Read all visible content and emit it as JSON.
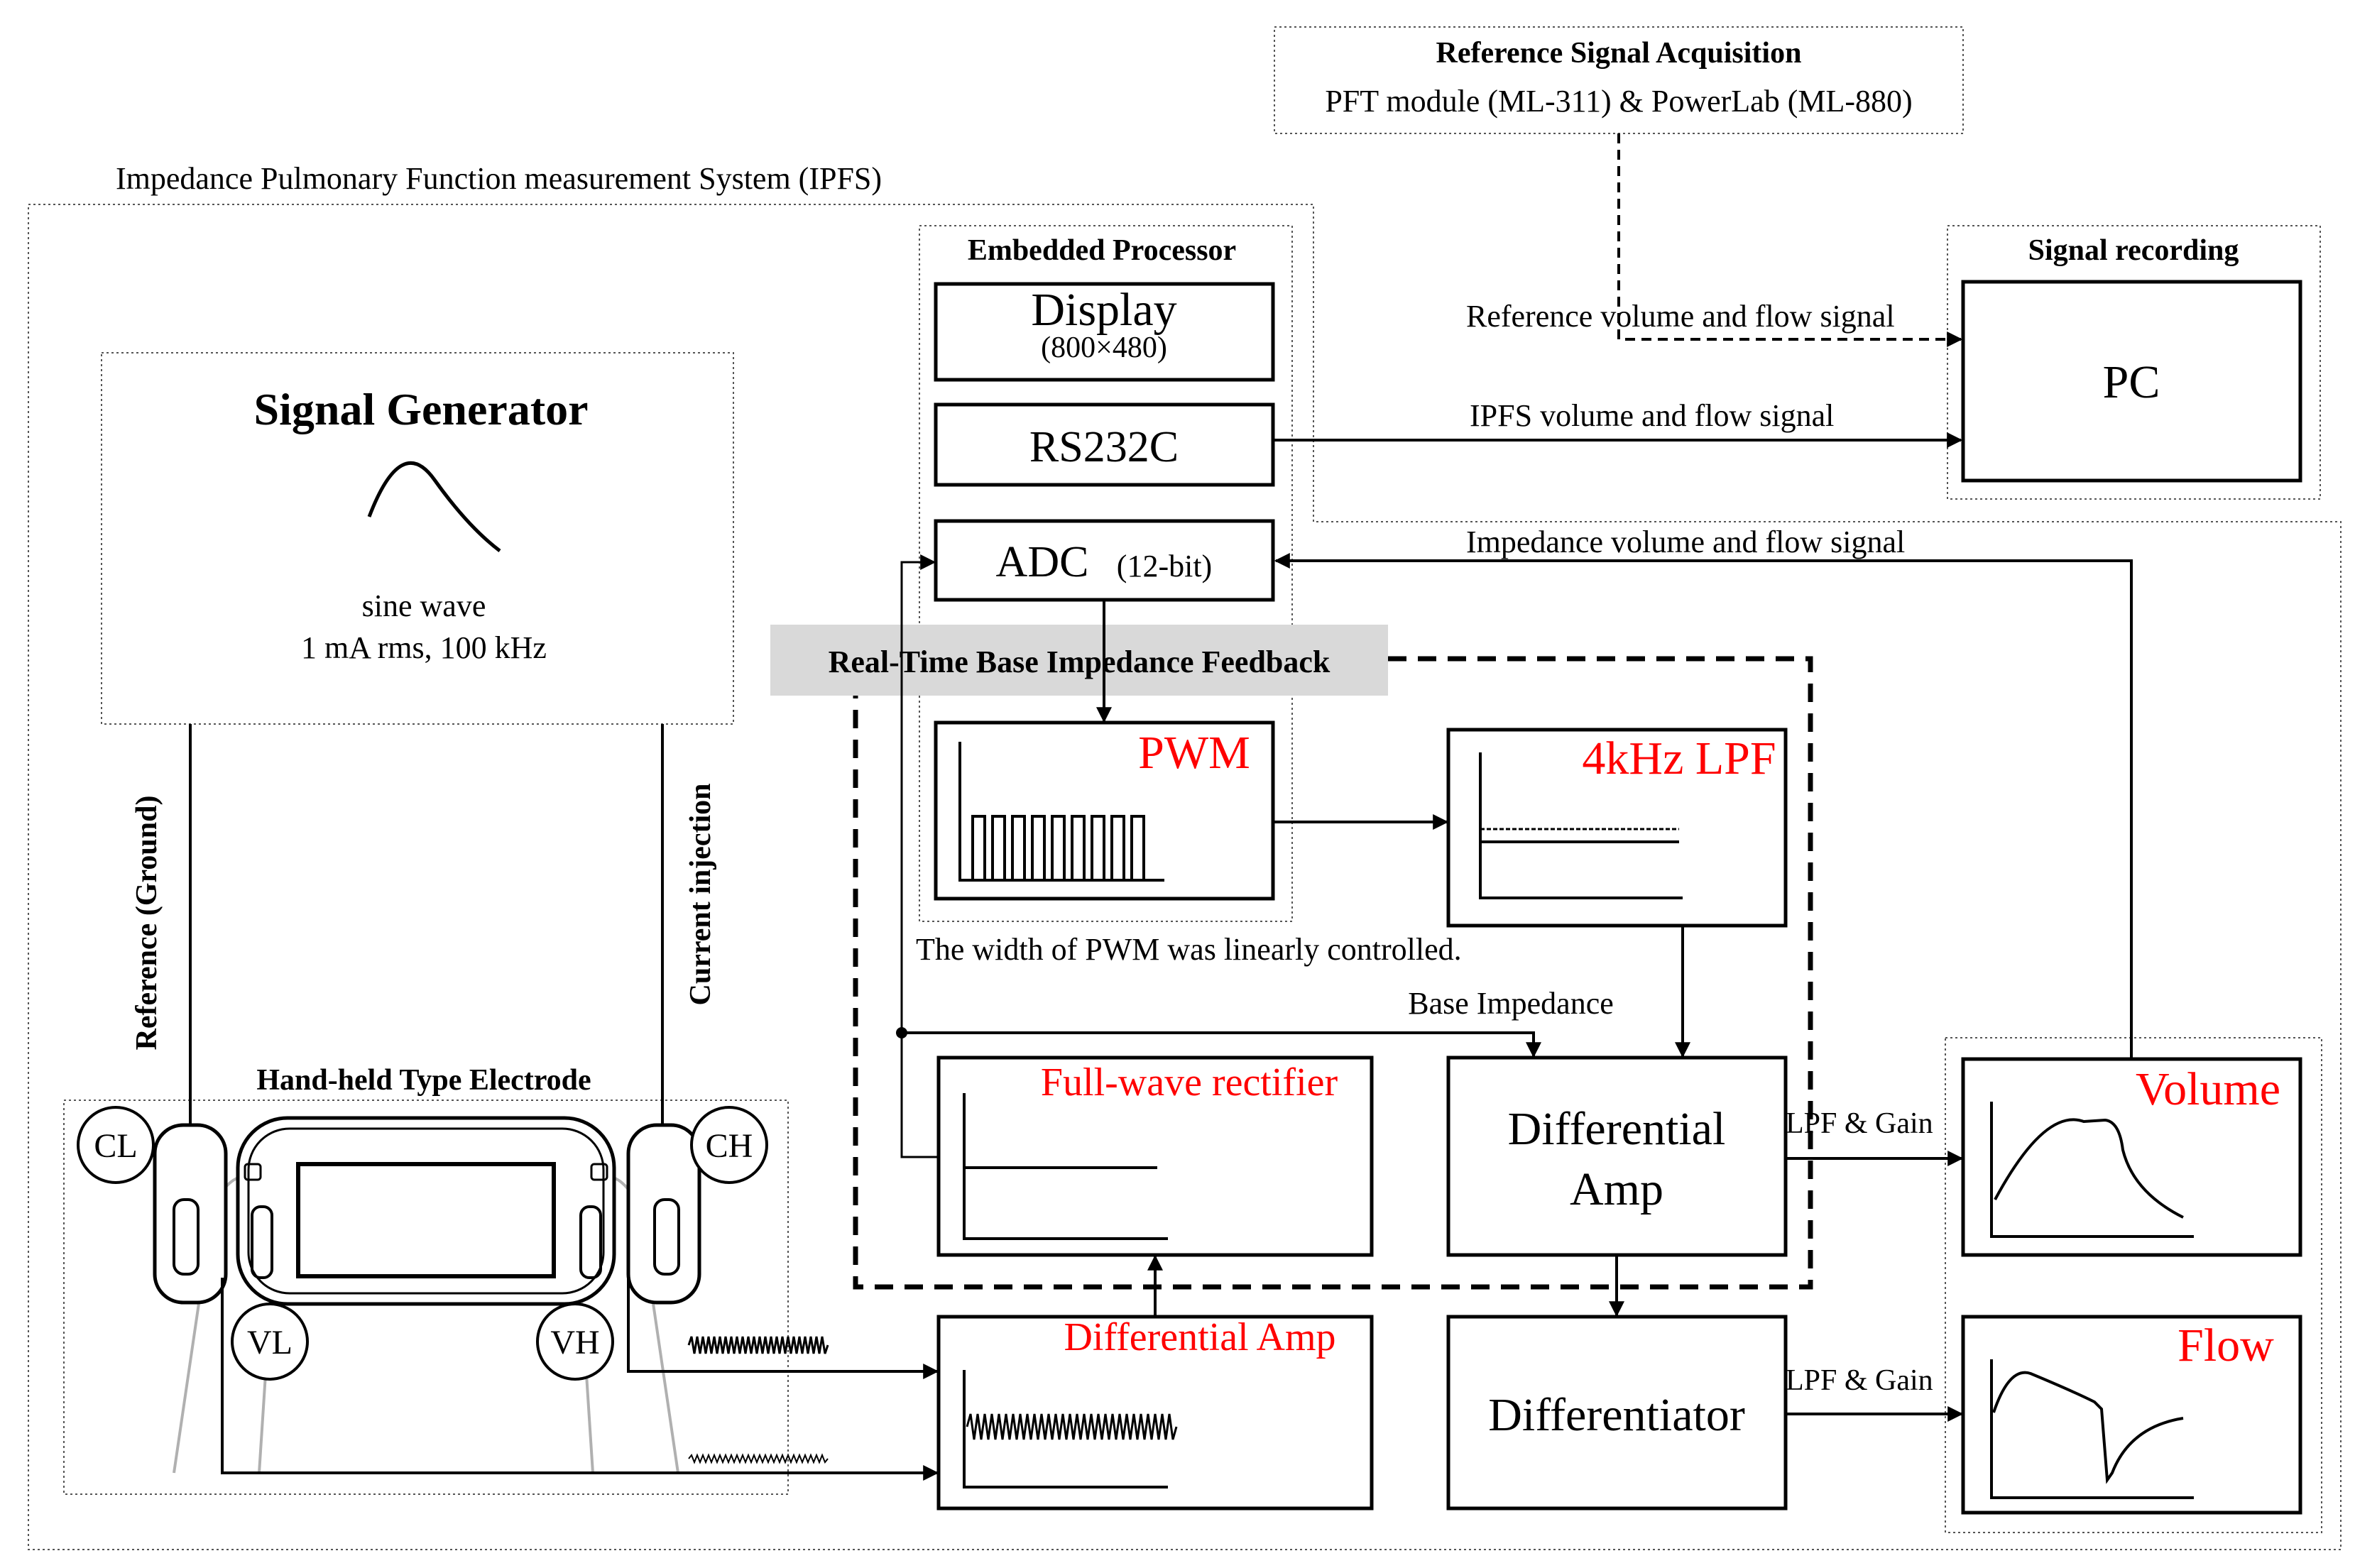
{
  "system_title": "Impedance Pulmonary Function measurement System (IPFS)",
  "reference_acquisition": {
    "title": "Reference Signal Acquisition",
    "subtitle": "PFT module (ML-311) & PowerLab (ML-880)"
  },
  "signal_recording": {
    "title": "Signal recording",
    "pc_label": "PC"
  },
  "embedded_processor": {
    "title": "Embedded Processor",
    "display_label": "Display",
    "display_resolution": "(800×480)",
    "rs232c_label": "RS232C",
    "adc_label": "ADC",
    "adc_bits": "(12-bit)",
    "pwm_label": "PWM"
  },
  "signal_generator": {
    "title": "Signal Generator",
    "waveform": "sine wave",
    "spec": "1 mA rms, 100 kHz"
  },
  "feedback_label": "Real-Time Base Impedance  Feedback",
  "lpf_label": "4kHz LPF",
  "pwm_note": "The width of PWM was linearly controlled.",
  "base_impedance_label": "Base Impedance",
  "full_wave_rectifier_label": "Full-wave rectifier",
  "differential_amp_top": "Differential",
  "differential_amp_bottom": "Amp",
  "differential_amp_input_label": "Differential Amp",
  "differentiator_label": "Differentiator",
  "volume_label": "Volume",
  "flow_label": "Flow",
  "lpf_gain_label_1": "LPF & Gain",
  "lpf_gain_label_2": "LPF & Gain",
  "signal_labels": {
    "reference": "Reference volume and flow signal",
    "ipfs": "IPFS volume and flow signal",
    "impedance": "Impedance volume and flow signal"
  },
  "electrode": {
    "title": "Hand-held  Type Electrode",
    "cl": "CL",
    "ch": "CH",
    "vl": "VL",
    "vh": "VH"
  },
  "reference_ground_label": "Reference (Ground)",
  "current_injection_label": "Current  injection",
  "colors": {
    "red_label": "#ff0000",
    "feedback_box": "#d9d9d9",
    "line": "#000000"
  }
}
